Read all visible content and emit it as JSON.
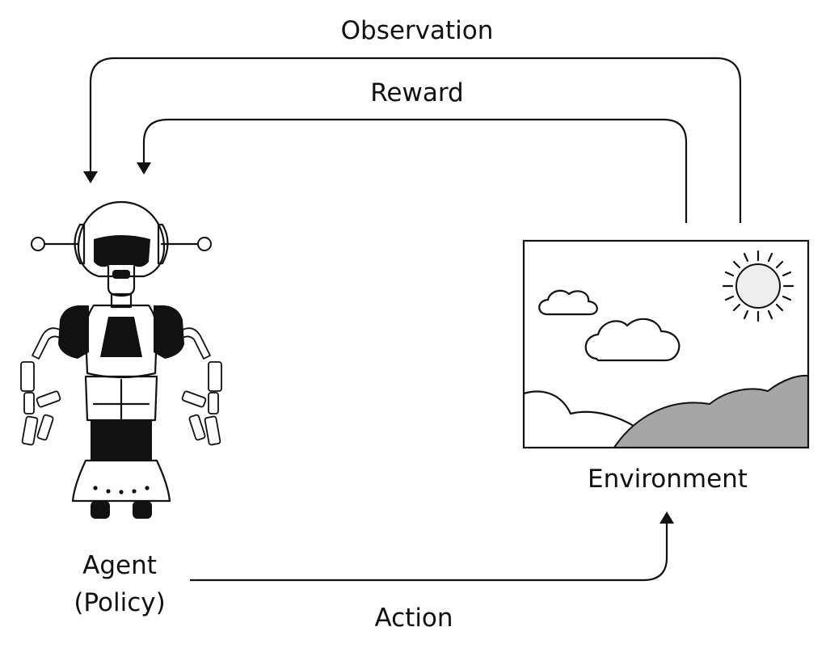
{
  "labels": {
    "observation": "Observation",
    "reward": "Reward",
    "agent_line1": "Agent",
    "agent_line2": "(Policy)",
    "environment": "Environment",
    "action": "Action"
  },
  "icons": {
    "agent": "robot-icon",
    "environment": "landscape-sun-icon"
  },
  "colors": {
    "stroke": "#111111",
    "fill_dark": "#111111",
    "fill_hill": "#a6a6a6",
    "fill_sun": "#eeeeee",
    "background": "#ffffff"
  }
}
